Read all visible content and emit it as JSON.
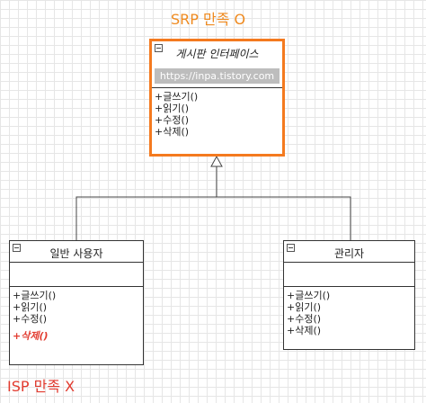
{
  "captions": {
    "srp": "SRP 만족 O",
    "isp": "ISP 만족 X"
  },
  "interface": {
    "name": "게시판 인터페이스",
    "watermark": "https://inpa.tistory.com",
    "methods": [
      "+글쓰기()",
      "+읽기()",
      "+수정()",
      "+삭제()"
    ]
  },
  "user_class": {
    "name": "일반 사용자",
    "methods": [
      "+글쓰기()",
      "+읽기()",
      "+수정()"
    ],
    "violating_method": "+삭제()"
  },
  "admin_class": {
    "name": "관리자",
    "methods": [
      "+글쓰기()",
      "+읽기()",
      "+수정()",
      "+삭제()"
    ]
  },
  "colors": {
    "srp_caption": "#ef8a1f",
    "isp_caption": "#e23b2f",
    "interface_border": "#f47a1f",
    "violating_method": "#e23b2f"
  }
}
